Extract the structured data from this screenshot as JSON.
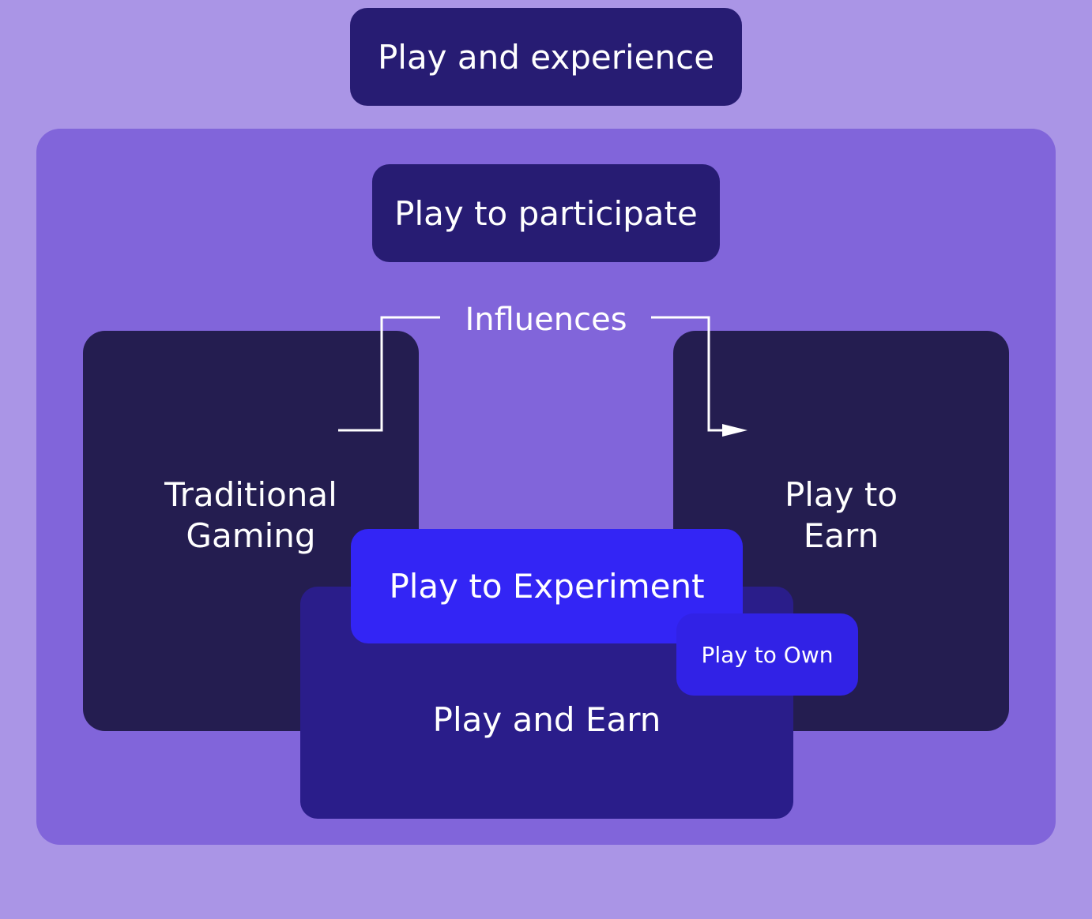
{
  "colors": {
    "background": "#aa95e6",
    "outer_panel": "#8165da",
    "navy_box": "#271c73",
    "dark_box": "#241d50",
    "play_and_earn_box": "#2a1d8a",
    "bright_blue": "#3325f5",
    "own_box": "#3122e6",
    "text": "#ffffff",
    "line": "#ffffff"
  },
  "diagram": {
    "top_label": "Play and experience",
    "participate_label": "Play to participate",
    "influences_label": "Influences",
    "traditional_line1": "Traditional",
    "traditional_line2": "Gaming",
    "p2e_line1": "Play to",
    "p2e_line2": "Earn",
    "experiment_label": "Play to Experiment",
    "own_label": "Play to Own",
    "play_and_earn_label": "Play and Earn"
  }
}
